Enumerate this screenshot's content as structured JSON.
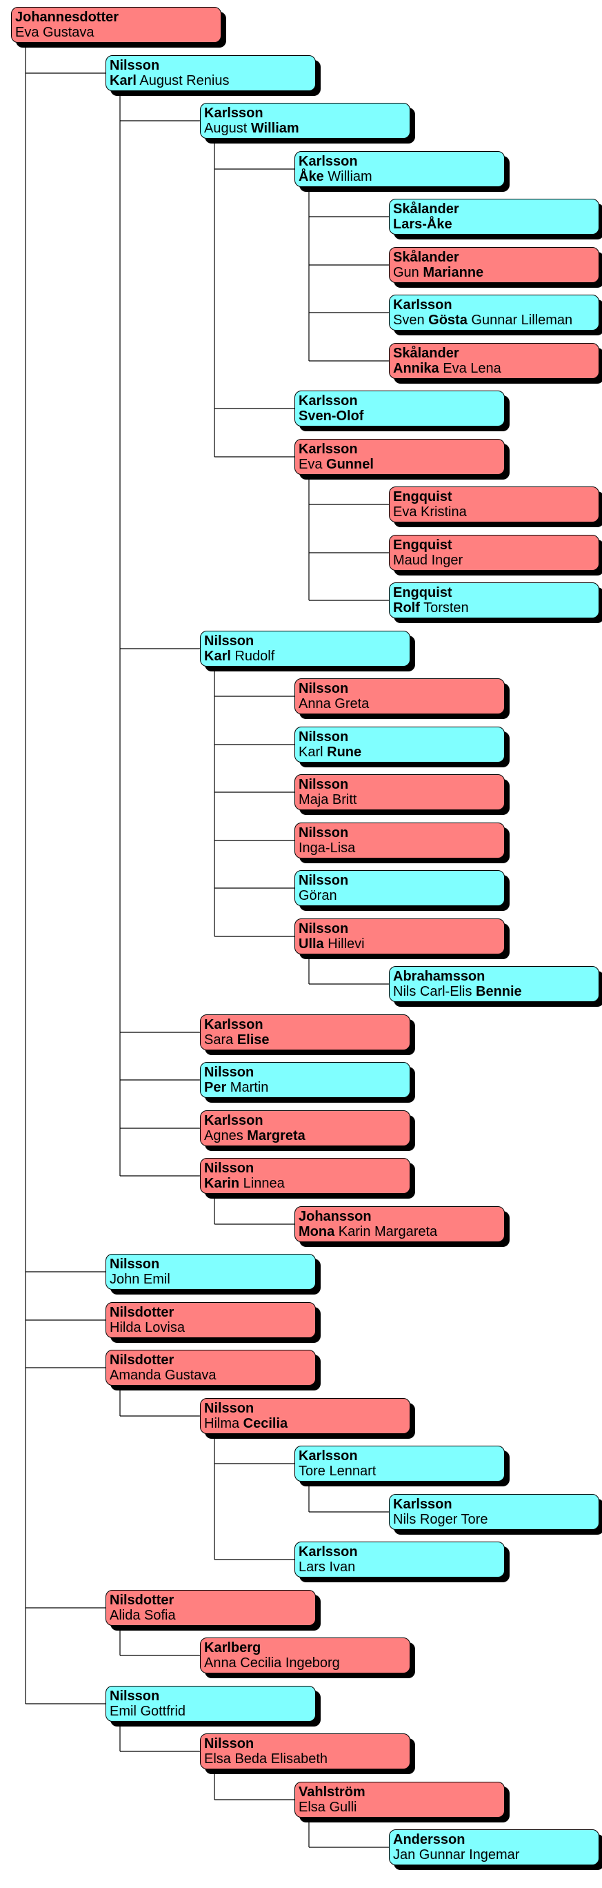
{
  "colors": {
    "male": "#80ffff",
    "female": "#ff8080",
    "line": "#000000"
  },
  "people": [
    {
      "id": 1,
      "parent": 0,
      "depth": 0,
      "sex": "f",
      "last": "Johannesdotter",
      "first": [
        [
          "Eva Gustava",
          false
        ]
      ]
    },
    {
      "id": 2,
      "parent": 1,
      "depth": 1,
      "sex": "m",
      "last": "Nilsson",
      "first": [
        [
          "Karl",
          true
        ],
        [
          " August Renius",
          false
        ]
      ]
    },
    {
      "id": 3,
      "parent": 2,
      "depth": 2,
      "sex": "m",
      "last": "Karlsson",
      "first": [
        [
          "August ",
          false
        ],
        [
          "William",
          true
        ]
      ]
    },
    {
      "id": 4,
      "parent": 3,
      "depth": 3,
      "sex": "m",
      "last": "Karlsson",
      "first": [
        [
          "Åke",
          true
        ],
        [
          " William",
          false
        ]
      ]
    },
    {
      "id": 5,
      "parent": 4,
      "depth": 4,
      "sex": "m",
      "last": "Skålander",
      "first": [
        [
          "Lars-Åke",
          true
        ]
      ]
    },
    {
      "id": 6,
      "parent": 4,
      "depth": 4,
      "sex": "f",
      "last": "Skålander",
      "first": [
        [
          "Gun ",
          false
        ],
        [
          "Marianne",
          true
        ]
      ]
    },
    {
      "id": 7,
      "parent": 4,
      "depth": 4,
      "sex": "m",
      "last": "Karlsson",
      "first": [
        [
          "Sven ",
          false
        ],
        [
          "Gösta",
          true
        ],
        [
          " Gunnar Lilleman",
          false
        ]
      ]
    },
    {
      "id": 8,
      "parent": 4,
      "depth": 4,
      "sex": "f",
      "last": "Skålander",
      "first": [
        [
          "Annika",
          true
        ],
        [
          " Eva Lena",
          false
        ]
      ]
    },
    {
      "id": 9,
      "parent": 3,
      "depth": 3,
      "sex": "m",
      "last": "Karlsson",
      "first": [
        [
          "Sven-Olof",
          true
        ]
      ]
    },
    {
      "id": 10,
      "parent": 3,
      "depth": 3,
      "sex": "f",
      "last": "Karlsson",
      "first": [
        [
          "Eva ",
          false
        ],
        [
          "Gunnel",
          true
        ]
      ]
    },
    {
      "id": 11,
      "parent": 10,
      "depth": 4,
      "sex": "f",
      "last": "Engquist",
      "first": [
        [
          "Eva Kristina",
          false
        ]
      ]
    },
    {
      "id": 12,
      "parent": 10,
      "depth": 4,
      "sex": "f",
      "last": "Engquist",
      "first": [
        [
          "Maud Inger",
          false
        ]
      ]
    },
    {
      "id": 13,
      "parent": 10,
      "depth": 4,
      "sex": "m",
      "last": "Engquist",
      "first": [
        [
          "Rolf",
          true
        ],
        [
          " Torsten",
          false
        ]
      ]
    },
    {
      "id": 14,
      "parent": 2,
      "depth": 2,
      "sex": "m",
      "last": "Nilsson",
      "first": [
        [
          "Karl",
          true
        ],
        [
          " Rudolf",
          false
        ]
      ]
    },
    {
      "id": 15,
      "parent": 14,
      "depth": 3,
      "sex": "f",
      "last": "Nilsson",
      "first": [
        [
          "Anna Greta",
          false
        ]
      ]
    },
    {
      "id": 16,
      "parent": 14,
      "depth": 3,
      "sex": "m",
      "last": "Nilsson",
      "first": [
        [
          "Karl ",
          false
        ],
        [
          "Rune",
          true
        ]
      ]
    },
    {
      "id": 17,
      "parent": 14,
      "depth": 3,
      "sex": "f",
      "last": "Nilsson",
      "first": [
        [
          "Maja Britt",
          false
        ]
      ]
    },
    {
      "id": 18,
      "parent": 14,
      "depth": 3,
      "sex": "f",
      "last": "Nilsson",
      "first": [
        [
          "Inga-Lisa",
          false
        ]
      ]
    },
    {
      "id": 19,
      "parent": 14,
      "depth": 3,
      "sex": "m",
      "last": "Nilsson",
      "first": [
        [
          "Göran",
          false
        ]
      ]
    },
    {
      "id": 20,
      "parent": 14,
      "depth": 3,
      "sex": "f",
      "last": "Nilsson",
      "first": [
        [
          "Ulla",
          true
        ],
        [
          " Hillevi",
          false
        ]
      ]
    },
    {
      "id": 21,
      "parent": 20,
      "depth": 4,
      "sex": "m",
      "last": "Abrahamsson",
      "first": [
        [
          "Nils Carl-Elis ",
          false
        ],
        [
          "Bennie",
          true
        ]
      ]
    },
    {
      "id": 22,
      "parent": 2,
      "depth": 2,
      "sex": "f",
      "last": "Karlsson",
      "first": [
        [
          "Sara ",
          false
        ],
        [
          "Elise",
          true
        ]
      ]
    },
    {
      "id": 23,
      "parent": 2,
      "depth": 2,
      "sex": "m",
      "last": "Nilsson",
      "first": [
        [
          "Per",
          true
        ],
        [
          " Martin",
          false
        ]
      ]
    },
    {
      "id": 24,
      "parent": 2,
      "depth": 2,
      "sex": "f",
      "last": "Karlsson",
      "first": [
        [
          "Agnes ",
          false
        ],
        [
          "Margreta",
          true
        ]
      ]
    },
    {
      "id": 25,
      "parent": 2,
      "depth": 2,
      "sex": "f",
      "last": "Nilsson",
      "first": [
        [
          "Karin",
          true
        ],
        [
          " Linnea",
          false
        ]
      ]
    },
    {
      "id": 26,
      "parent": 25,
      "depth": 3,
      "sex": "f",
      "last": "Johansson",
      "first": [
        [
          "Mona",
          true
        ],
        [
          " Karin Margareta",
          false
        ]
      ]
    },
    {
      "id": 27,
      "parent": 1,
      "depth": 1,
      "sex": "m",
      "last": "Nilsson",
      "first": [
        [
          "John Emil",
          false
        ]
      ]
    },
    {
      "id": 28,
      "parent": 1,
      "depth": 1,
      "sex": "f",
      "last": "Nilsdotter",
      "first": [
        [
          "Hilda Lovisa",
          false
        ]
      ]
    },
    {
      "id": 29,
      "parent": 1,
      "depth": 1,
      "sex": "f",
      "last": "Nilsdotter",
      "first": [
        [
          "Amanda Gustava",
          false
        ]
      ]
    },
    {
      "id": 30,
      "parent": 29,
      "depth": 2,
      "sex": "f",
      "last": "Nilsson",
      "first": [
        [
          "Hilma ",
          false
        ],
        [
          "Cecilia",
          true
        ]
      ]
    },
    {
      "id": 31,
      "parent": 30,
      "depth": 3,
      "sex": "m",
      "last": "Karlsson",
      "first": [
        [
          "Tore Lennart",
          false
        ]
      ]
    },
    {
      "id": 32,
      "parent": 31,
      "depth": 4,
      "sex": "m",
      "last": "Karlsson",
      "first": [
        [
          "Nils Roger Tore",
          false
        ]
      ]
    },
    {
      "id": 33,
      "parent": 30,
      "depth": 3,
      "sex": "m",
      "last": "Karlsson",
      "first": [
        [
          "Lars Ivan",
          false
        ]
      ]
    },
    {
      "id": 34,
      "parent": 1,
      "depth": 1,
      "sex": "f",
      "last": "Nilsdotter",
      "first": [
        [
          "Alida Sofia",
          false
        ]
      ]
    },
    {
      "id": 35,
      "parent": 34,
      "depth": 2,
      "sex": "f",
      "last": "Karlberg",
      "first": [
        [
          "Anna Cecilia Ingeborg",
          false
        ]
      ]
    },
    {
      "id": 36,
      "parent": 1,
      "depth": 1,
      "sex": "m",
      "last": "Nilsson",
      "first": [
        [
          "Emil Gottfrid",
          false
        ]
      ]
    },
    {
      "id": 37,
      "parent": 36,
      "depth": 2,
      "sex": "f",
      "last": "Nilsson",
      "first": [
        [
          "Elsa Beda Elisabeth",
          false
        ]
      ]
    },
    {
      "id": 38,
      "parent": 37,
      "depth": 3,
      "sex": "f",
      "last": "Vahlström",
      "first": [
        [
          "Elsa Gulli",
          false
        ]
      ]
    },
    {
      "id": 39,
      "parent": 38,
      "depth": 4,
      "sex": "m",
      "last": "Andersson",
      "first": [
        [
          "Jan Gunnar Ingemar",
          false
        ]
      ]
    }
  ]
}
